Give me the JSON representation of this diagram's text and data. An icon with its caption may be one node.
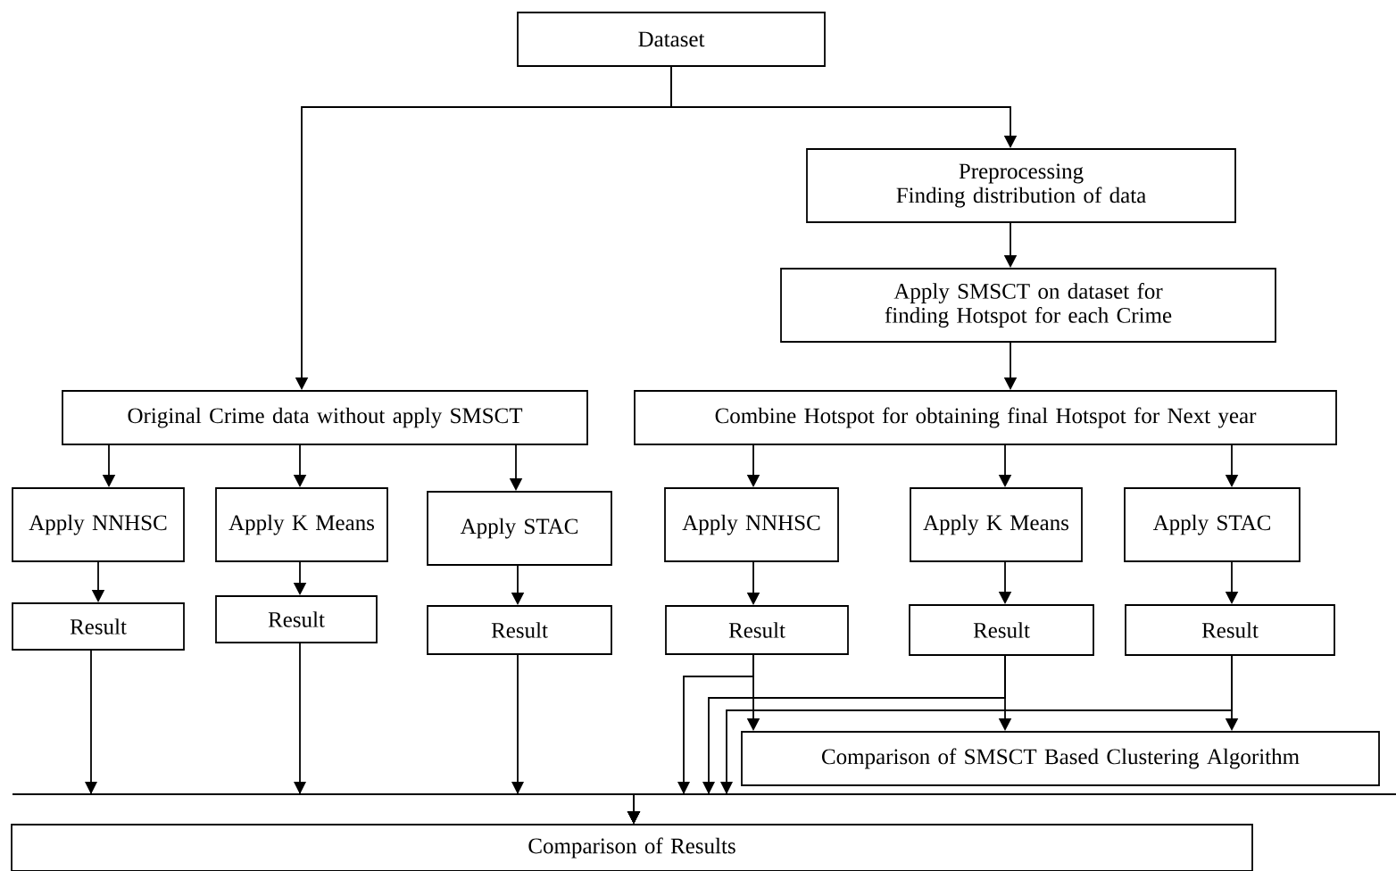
{
  "diagram": {
    "nodes": [
      {
        "text": [
          "Dataset"
        ]
      },
      {
        "text": [
          "Preprocessing",
          "Finding distribution of data"
        ]
      },
      {
        "text": [
          "Apply SMSCT on dataset for finding Hotspot for each Crime"
        ]
      },
      {
        "text": [
          "Original Crime data without apply SMSCT"
        ]
      },
      {
        "text": [
          "Combine Hotspot for obtaining final Hotspot for Next year"
        ]
      },
      {
        "text": [
          "Apply NNHSC"
        ]
      },
      {
        "text": [
          "Apply K Means"
        ]
      },
      {
        "text": [
          "Apply STAC"
        ]
      },
      {
        "text": [
          "Apply NNHSC"
        ]
      },
      {
        "text": [
          "Apply K Means"
        ]
      },
      {
        "text": [
          "Apply STAC"
        ]
      },
      {
        "text": [
          "Result"
        ]
      },
      {
        "text": [
          "Result"
        ]
      },
      {
        "text": [
          "Result"
        ]
      },
      {
        "text": [
          "Result"
        ]
      },
      {
        "text": [
          "Result"
        ]
      },
      {
        "text": [
          "Result"
        ]
      },
      {
        "text": [
          "Comparison of SMSCT Based Clustering Algorithm"
        ]
      },
      {
        "text": [
          "Comparison of Results"
        ]
      }
    ],
    "edges": [
      {
        "from": 0,
        "to": 1,
        "arrow": "to"
      },
      {
        "from": 0,
        "to": 3,
        "arrow": "to"
      },
      {
        "from": 1,
        "to": 2,
        "arrow": "to"
      },
      {
        "from": 2,
        "to": 4,
        "arrow": "to"
      },
      {
        "from": 3,
        "to": 5,
        "arrow": "to"
      },
      {
        "from": 3,
        "to": 6,
        "arrow": "to"
      },
      {
        "from": 3,
        "to": 7,
        "arrow": "to"
      },
      {
        "from": 4,
        "to": 8,
        "arrow": "to"
      },
      {
        "from": 4,
        "to": 9,
        "arrow": "to"
      },
      {
        "from": 4,
        "to": 10,
        "arrow": "to"
      },
      {
        "from": 5,
        "to": 11,
        "arrow": "to"
      },
      {
        "from": 6,
        "to": 12,
        "arrow": "to"
      },
      {
        "from": 7,
        "to": 13,
        "arrow": "to"
      },
      {
        "from": 8,
        "to": 14,
        "arrow": "to"
      },
      {
        "from": 9,
        "to": 15,
        "arrow": "to"
      },
      {
        "from": 10,
        "to": 16,
        "arrow": "to"
      },
      {
        "from": 11,
        "to": 18,
        "arrow": "to"
      },
      {
        "from": 12,
        "to": 18,
        "arrow": "to"
      },
      {
        "from": 13,
        "to": 18,
        "arrow": "to"
      },
      {
        "from": 14,
        "to": 18,
        "arrow": "to"
      },
      {
        "from": 15,
        "to": 18,
        "arrow": "to"
      },
      {
        "from": 16,
        "to": 18,
        "arrow": "to"
      },
      {
        "from": 14,
        "to": 17,
        "arrow": "to"
      },
      {
        "from": 15,
        "to": 17,
        "arrow": "to"
      },
      {
        "from": 16,
        "to": 17,
        "arrow": "to"
      }
    ]
  }
}
